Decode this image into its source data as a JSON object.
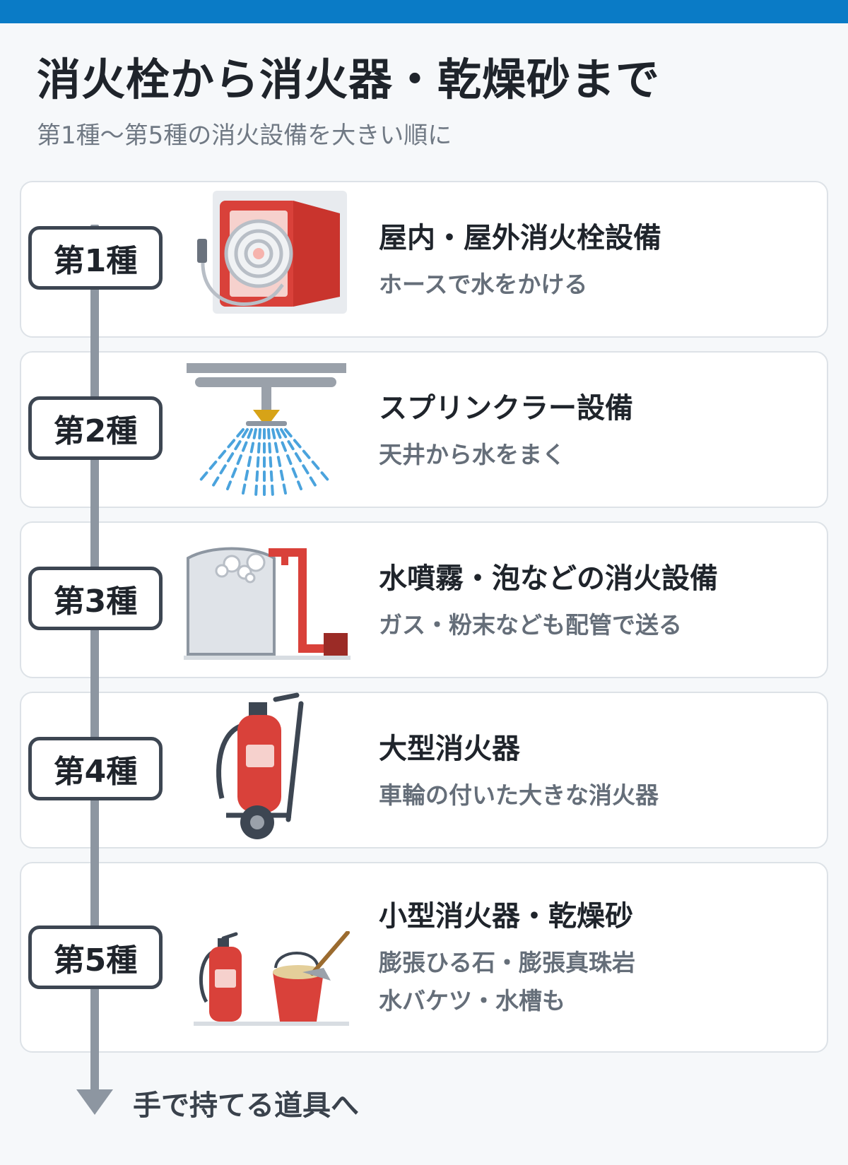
{
  "title": "消火栓から消火器・乾燥砂まで",
  "subtitle": "第1種〜第5種の消火設備を大きい順に",
  "categories": [
    {
      "badge": "第1種",
      "title": "屋内・屋外消火栓設備",
      "desc": [
        "ホースで水をかける"
      ],
      "icon": "fire-hydrant-hose-cabinet-icon"
    },
    {
      "badge": "第2種",
      "title": "スプリンクラー設備",
      "desc": [
        "天井から水をまく"
      ],
      "icon": "sprinkler-icon"
    },
    {
      "badge": "第3種",
      "title": "水噴霧・泡などの消火設備",
      "desc": [
        "ガス・粉末なども配管で送る"
      ],
      "icon": "foam-tank-piping-icon"
    },
    {
      "badge": "第4種",
      "title": "大型消火器",
      "desc": [
        "車輪の付いた大きな消火器"
      ],
      "icon": "wheeled-extinguisher-icon"
    },
    {
      "badge": "第5種",
      "title": "小型消火器・乾燥砂",
      "desc": [
        "膨張ひる石・膨張真珠岩",
        "水バケツ・水槽も"
      ],
      "icon": "extinguisher-sand-bucket-icon"
    }
  ],
  "footer": "手で持てる道具へ",
  "colors": {
    "header_bar": "#0a7bc6",
    "timeline": "#8d96a1",
    "red": "#d9413a",
    "water": "#4aa3dd"
  }
}
